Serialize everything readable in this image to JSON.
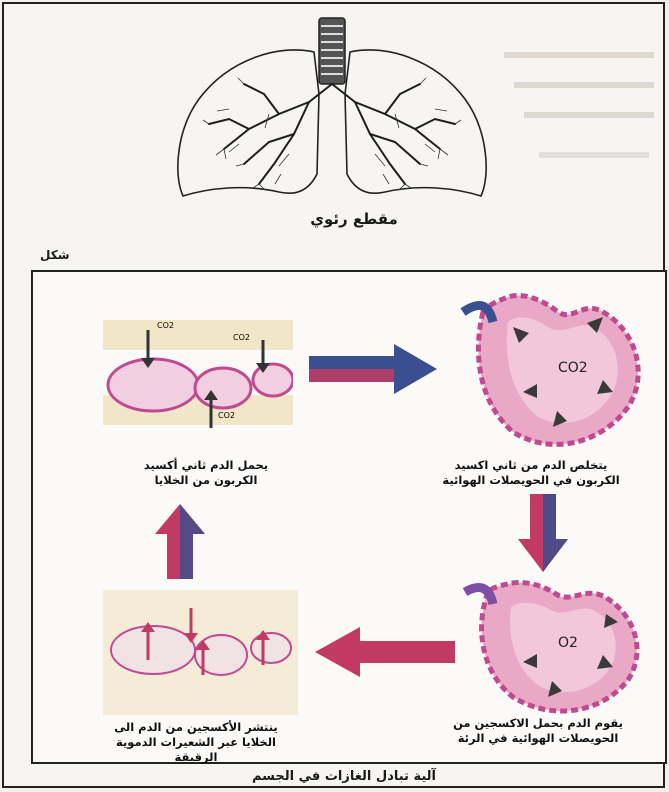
{
  "figure": {
    "lung_title": "مقطع رئوي",
    "figure_label": "شكل",
    "bottom_title": "آلية تبادل الغازات في الجسم"
  },
  "steps": {
    "release_co2": "يتخلص الدم من ثاني اكسيد الكربون في الحويصلات الهوائية",
    "carry_co2": "يحمل الدم ثاني أكسيد الكربون من الخلايا",
    "carry_o2": "يقوم الدم بحمل الاكسجين من الحويصلات الهوائية في الرئة",
    "diffuse_o2": "ينتشر الأكسجين من الدم الى الخلايا عبر الشعيرات الدموية الرقيقة"
  },
  "labels": {
    "co2_alveolus": "CO2",
    "o2_alveolus": "O2",
    "co2_cell_1": "CO2",
    "co2_cell_2": "CO2",
    "co2_cell_3": "CO2"
  },
  "colors": {
    "alveolus_pink": "#e9a8c6",
    "capillary_magenta": "#c04a8f",
    "arrow_blue": "#3a4f8f",
    "arrow_red": "#c23a63",
    "cell_pink": "#f1cfe0",
    "cell_yellow": "#f1e6c8"
  }
}
